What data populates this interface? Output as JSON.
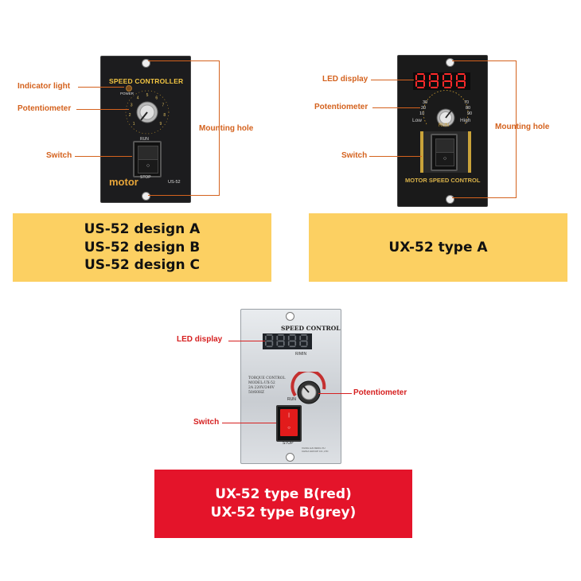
{
  "product_a": {
    "panel_title": "SPEED CONTROLLER",
    "power_label": "POWER",
    "dial_numbers": [
      "1",
      "2",
      "3",
      "4",
      "5",
      "6",
      "7",
      "8",
      "9"
    ],
    "run_label": "RUN",
    "stop_label": "STOP",
    "brand": "motor",
    "model": "US-52",
    "callouts": {
      "indicator": "Indicator light",
      "potentiometer": "Potentiometer",
      "switch": "Switch",
      "mounting_hole": "Mounting hole"
    },
    "banner_lines": [
      "US-52 design A",
      "US-52 design B",
      "US-52 design C"
    ]
  },
  "product_b": {
    "led_digits": "8888",
    "scale_left": [
      "30",
      "20",
      "10"
    ],
    "scale_right": [
      "70",
      "80",
      "90"
    ],
    "low_label": "Low",
    "high_label": "High",
    "run_label": "RUN",
    "panel_bottom_text": "MOTOR SPEED CONTROL",
    "callouts": {
      "led": "LED display",
      "potentiometer": "Potentiometer",
      "switch": "Switch",
      "mounting_hole": "Mounting hole"
    },
    "banner_lines": [
      "UX-52 type A"
    ]
  },
  "product_c": {
    "panel_title": "SPEED CONTROL",
    "led_digits": "8888",
    "unit": "R/MIN",
    "specs": [
      "TORQUE CONTROL",
      "MODEL:UX-52",
      "2A 220V/240V",
      "50/60HZ"
    ],
    "run_label": "RUN",
    "stop_label": "STOP",
    "maker_lines": [
      "XIANG HAI DENG XU",
      "CHINA GROUP CO.,LTD"
    ],
    "callouts": {
      "led": "LED display",
      "potentiometer": "Potentiometer",
      "switch": "Switch"
    },
    "banner_lines": [
      "UX-52 type B(red)",
      "UX-52 type B(grey)"
    ]
  },
  "colors": {
    "callout": "#d4621e",
    "banner_yellow": "#fcd062",
    "banner_red": "#e4142a",
    "led_red": "#ff2a2a"
  }
}
